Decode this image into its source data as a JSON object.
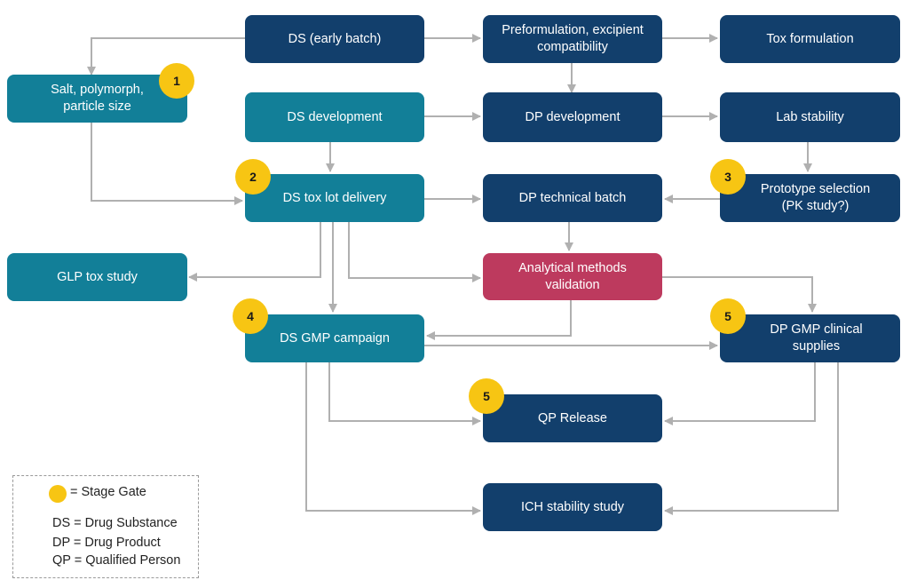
{
  "nodes": {
    "ds_early_batch": "DS (early batch)",
    "preformulation": "Preformulation, excipient\ncompatibility",
    "tox_formulation": "Tox formulation",
    "salt_polymorph": "Salt, polymorph,\nparticle size",
    "ds_development": "DS development",
    "dp_development": "DP development",
    "lab_stability": "Lab stability",
    "ds_tox_lot": "DS tox lot delivery",
    "dp_technical_batch": "DP technical batch",
    "prototype_selection": "Prototype selection\n(PK study?)",
    "glp_tox_study": "GLP tox study",
    "analytical_methods": "Analytical methods\nvalidation",
    "ds_gmp_campaign": "DS GMP campaign",
    "dp_gmp_clinical": "DP GMP clinical\nsupplies",
    "qp_release": "QP Release",
    "ich_stability": "ICH stability study"
  },
  "gates": {
    "salt_polymorph": "1",
    "ds_tox_lot": "2",
    "prototype_selection": "3",
    "ds_gmp_campaign": "4",
    "dp_gmp_clinical": "5",
    "qp_release": "5"
  },
  "legend": {
    "stage_gate": "= Stage Gate",
    "ds": "DS = Drug Substance",
    "dp": "DP = Drug Product",
    "qp": "QP = Qualified Person"
  },
  "colors": {
    "dark_blue": "#123f6c",
    "teal": "#127f98",
    "magenta": "#bd3a5e",
    "gate_yellow": "#f7c513",
    "arrow_gray": "#b0b0b0"
  }
}
